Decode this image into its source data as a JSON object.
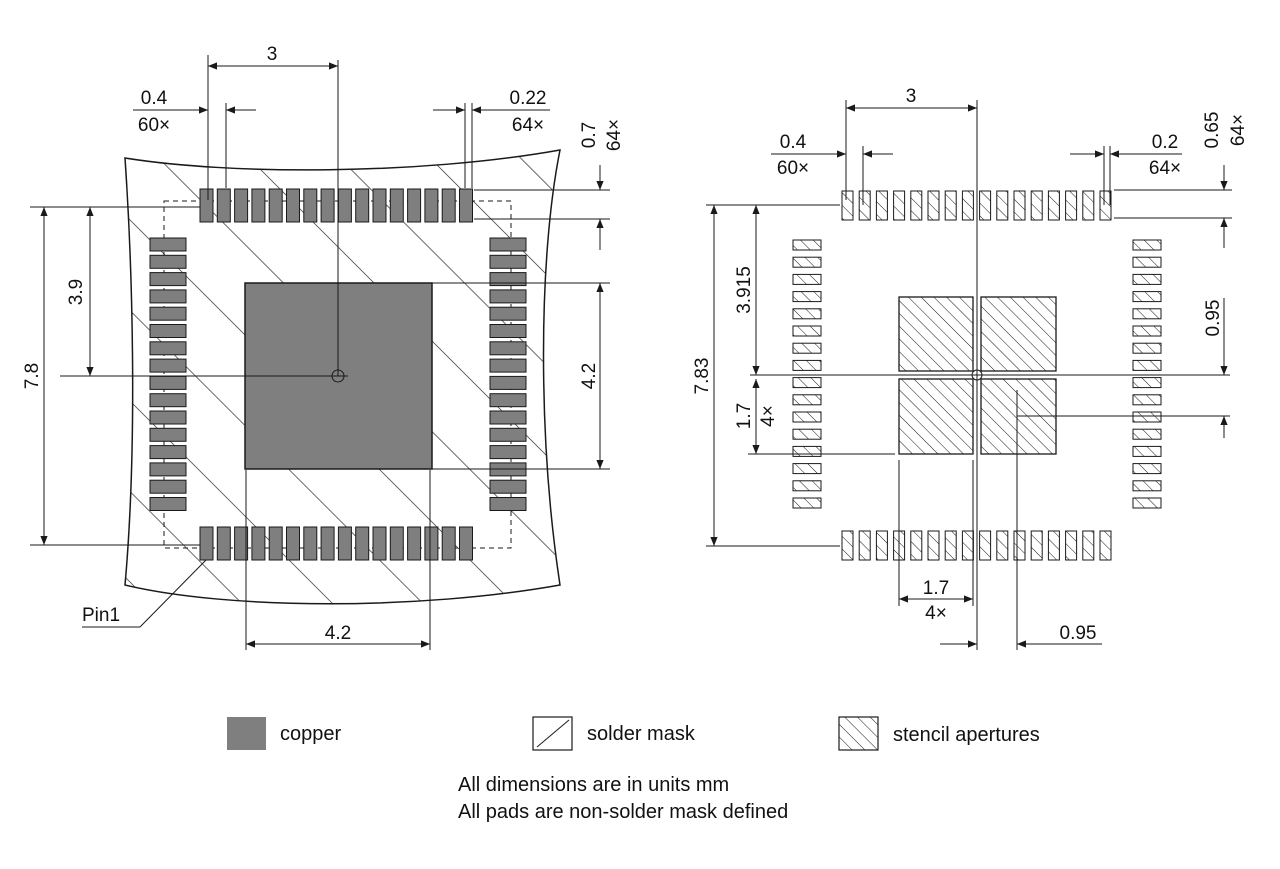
{
  "left_view": {
    "top_width": "3",
    "pad_width_value": "0.4",
    "pad_width_count": "60×",
    "pad_pitch_value": "0.22",
    "pad_pitch_count": "64×",
    "pad_length_value": "0.7",
    "pad_length_count": "64×",
    "half_height": "3.9",
    "full_height": "7.8",
    "center_pad_height": "4.2",
    "center_pad_width": "4.2",
    "pin1_label": "Pin1"
  },
  "right_view": {
    "top_width": "3",
    "pad_width_value": "0.4",
    "pad_width_count": "60×",
    "pad_pitch_value": "0.2",
    "pad_pitch_count": "64×",
    "pad_length_value": "0.65",
    "pad_length_count": "64×",
    "half_height": "3.915",
    "full_height": "7.83",
    "aperture_height_value": "1.7",
    "aperture_height_count": "4×",
    "aperture_gap_y": "0.95",
    "aperture_width_value": "1.7",
    "aperture_width_count": "4×",
    "aperture_gap_x": "0.95"
  },
  "legend": {
    "copper": "copper",
    "solder_mask": "solder mask",
    "stencil": "stencil apertures"
  },
  "notes": {
    "line1": "All dimensions are in units mm",
    "line2": "All pads are non-solder mask defined"
  },
  "colors": {
    "copper": "#7f7f7f",
    "line": "#1a1a1a"
  }
}
